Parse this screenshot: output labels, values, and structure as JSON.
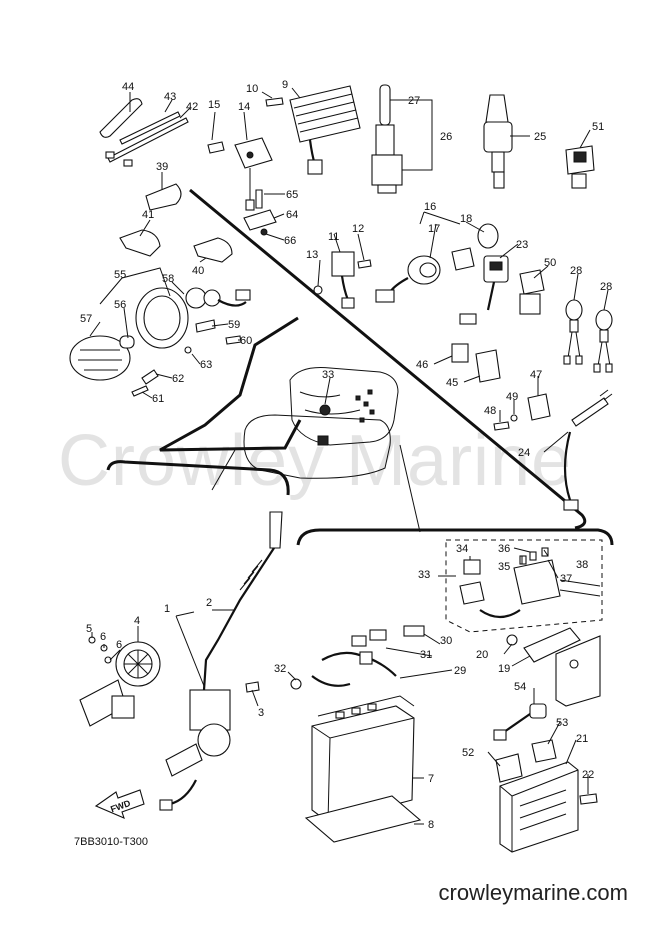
{
  "watermark": "Crowley Marine",
  "diagram_code": "7BB3010-T300",
  "website": "crowleymarine.com",
  "fwd_label": "FWD",
  "callouts": [
    "1",
    "2",
    "3",
    "4",
    "5",
    "6",
    "6",
    "7",
    "8",
    "9",
    "10",
    "11",
    "12",
    "13",
    "14",
    "15",
    "16",
    "17",
    "18",
    "19",
    "20",
    "21",
    "22",
    "23",
    "24",
    "25",
    "26",
    "27",
    "28",
    "28",
    "29",
    "30",
    "31",
    "32",
    "33",
    "33",
    "34",
    "35",
    "36",
    "37",
    "38",
    "39",
    "40",
    "41",
    "42",
    "43",
    "44",
    "45",
    "46",
    "47",
    "48",
    "49",
    "50",
    "51",
    "52",
    "53",
    "54",
    "55",
    "56",
    "57",
    "58",
    "59",
    "60",
    "61",
    "62",
    "63",
    "64",
    "65",
    "66"
  ]
}
